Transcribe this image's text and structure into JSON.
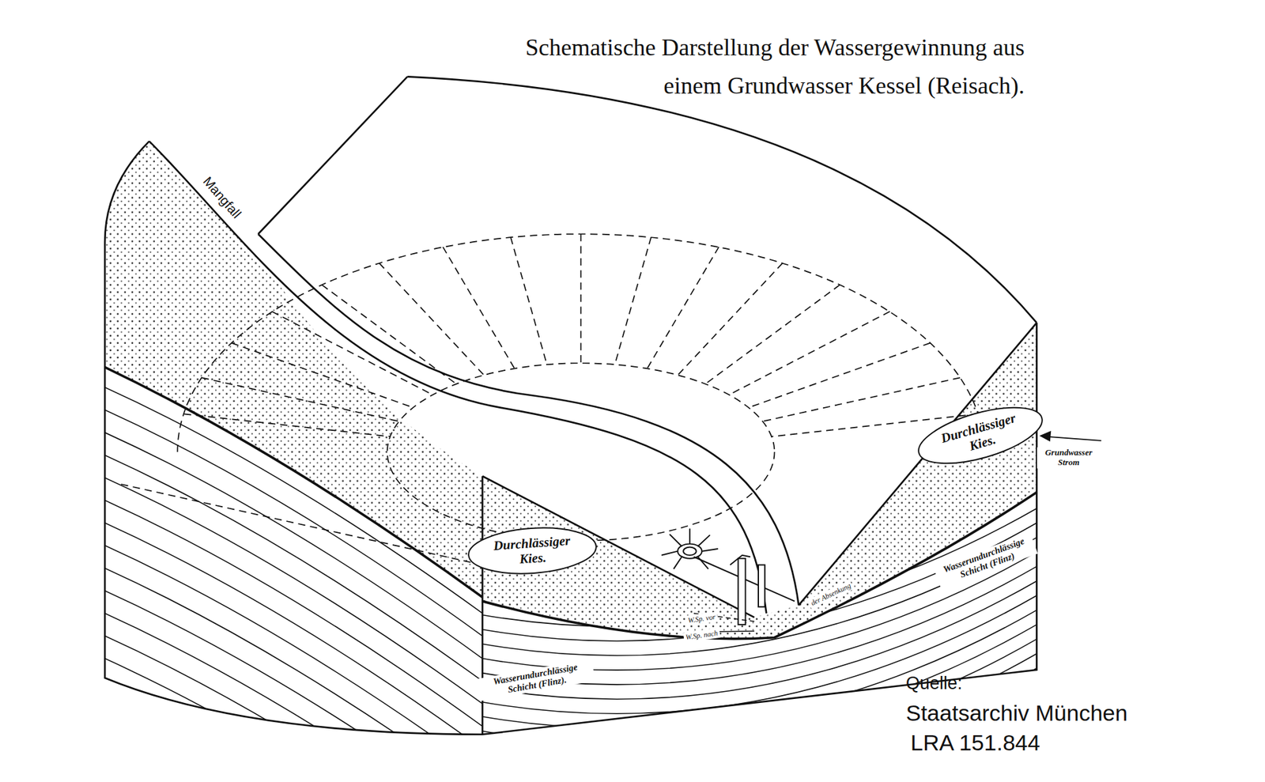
{
  "diagram": {
    "title": "Schematische Darstellung der Wassergewinnung aus einem Grundwasser Kessel (Reisach).",
    "nodes": [
      {
        "text": [
          "Durchlässiger Kies."
        ]
      },
      {
        "text": [
          "Durchlässiger Kies."
        ]
      }
    ],
    "labels": [
      "Mangfall",
      "Grundwasser Strom",
      "Wasserundurchlässige Schicht (Flinz)",
      "W.Sp. vor",
      "W.Sp. nach",
      "der Absenkung",
      "Wasserundurchlässige Schicht (Flinz).",
      "Quelle:",
      "Staatsarchiv München",
      "LRA 151.844"
    ]
  }
}
